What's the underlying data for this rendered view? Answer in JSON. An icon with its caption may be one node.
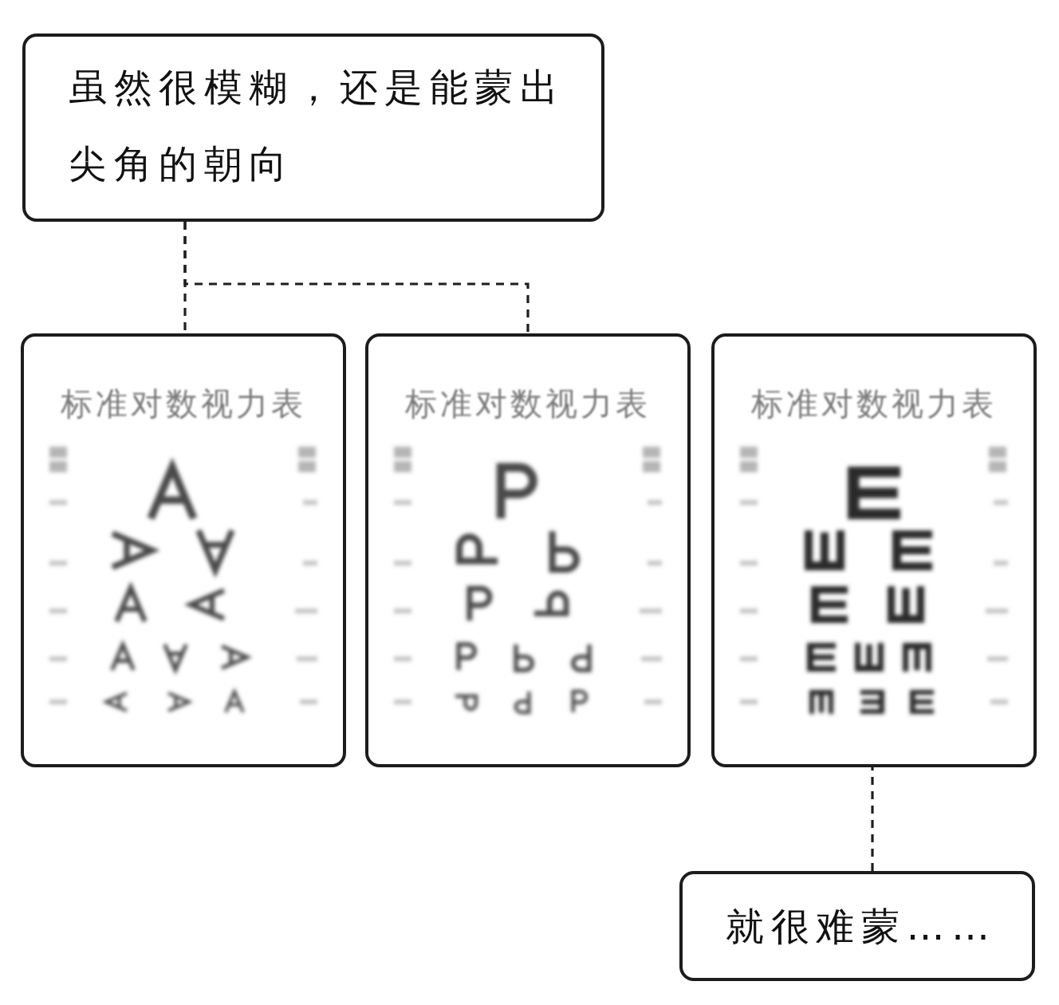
{
  "diagram": {
    "nodes": [
      {
        "text": [
          "虽然很模糊，还是能蒙出尖角的朝向"
        ]
      },
      {
        "text": [
          "标准对数视力表"
        ]
      },
      {
        "text": [
          "标准对数视力表"
        ]
      },
      {
        "text": [
          "标准对数视力表"
        ]
      },
      {
        "text": [
          "就很难蒙……"
        ]
      }
    ],
    "edges": [
      {
        "from": 0,
        "to": 1,
        "arrow": "none",
        "style": "dashed"
      },
      {
        "from": 0,
        "to": 2,
        "arrow": "none",
        "style": "dashed"
      },
      {
        "from": 4,
        "to": 3,
        "arrow": "none",
        "style": "dashed"
      }
    ]
  }
}
